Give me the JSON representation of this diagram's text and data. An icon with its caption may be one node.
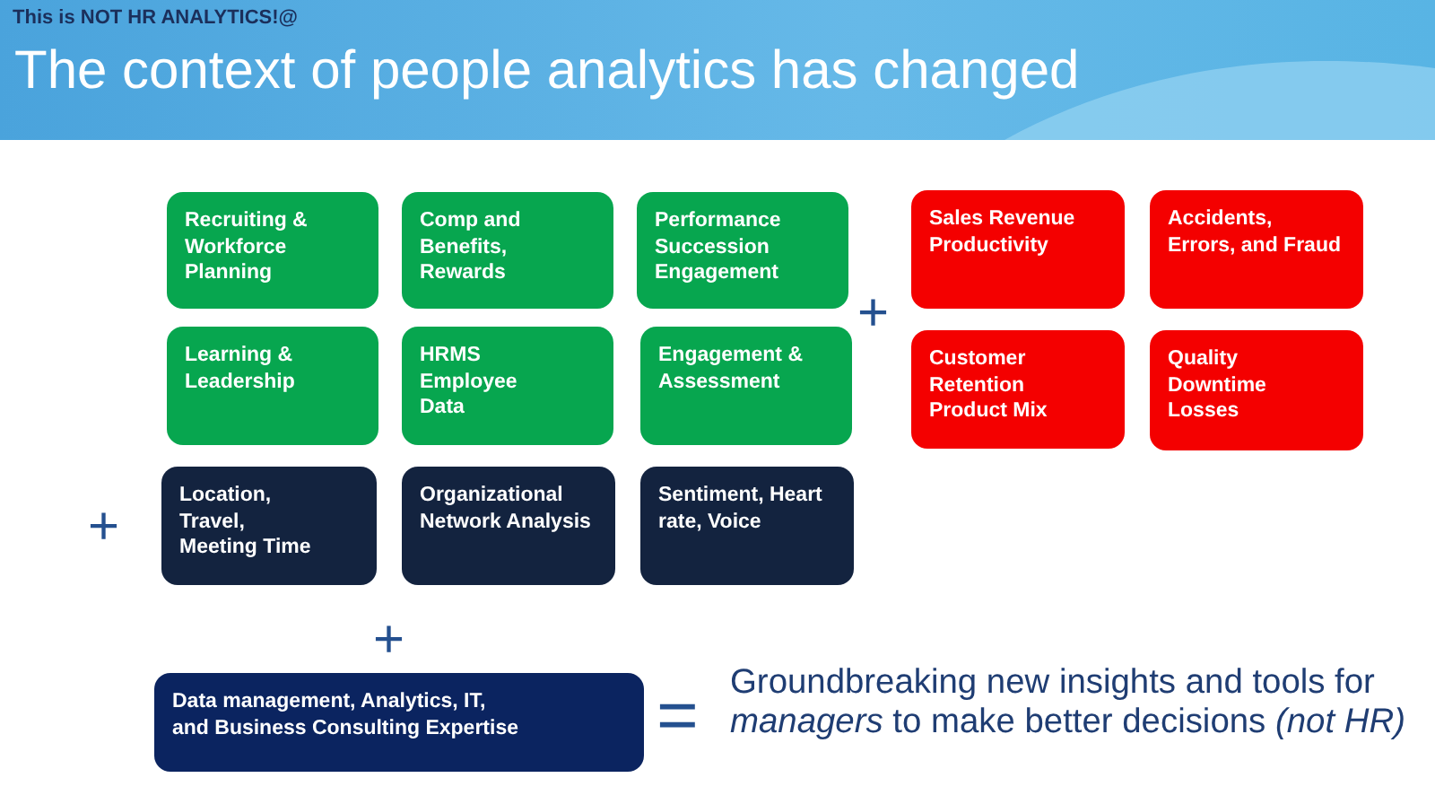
{
  "diagram": {
    "title": "The context of people analytics has changed",
    "nodes": [
      {
        "text": [
          "Recruiting & Workforce Planning"
        ]
      },
      {
        "text": [
          "Comp and Benefits, Rewards"
        ]
      },
      {
        "text": [
          "Performance Succession Engagement"
        ]
      },
      {
        "text": [
          "Sales Revenue Productivity"
        ]
      },
      {
        "text": [
          "Accidents, Errors, and Fraud"
        ]
      },
      {
        "text": [
          "Learning & Leadership"
        ]
      },
      {
        "text": [
          "HRMS Employee Data"
        ]
      },
      {
        "text": [
          "Engagement & Assessment"
        ]
      },
      {
        "text": [
          "Customer Retention Product Mix"
        ]
      },
      {
        "text": [
          "Quality Downtime Losses"
        ]
      },
      {
        "text": [
          "Location, Travel, Meeting Time"
        ]
      },
      {
        "text": [
          "Organizational Network Analysis"
        ]
      },
      {
        "text": [
          "Sentiment, Heart rate, Voice"
        ]
      },
      {
        "text": [
          "Data management, Analytics, IT, and Business Consulting Expertise"
        ]
      }
    ],
    "labels": [
      "This is NOT HR ANALYTICS!@",
      "+",
      "+",
      "+",
      "=",
      "Groundbreaking new insights and tools for *managers* to make better decisions *(not HR)*"
    ]
  }
}
